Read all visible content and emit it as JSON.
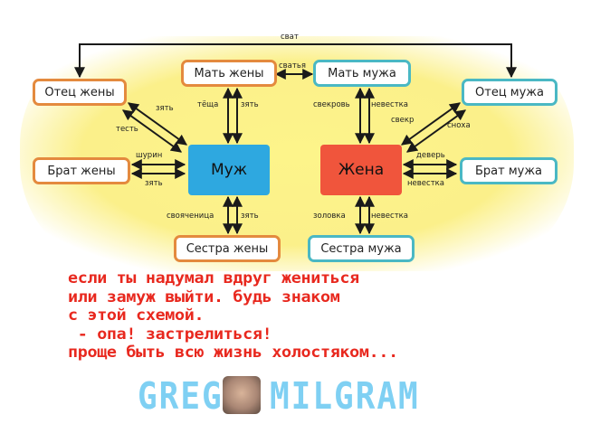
{
  "nodes": {
    "mat_zheny": "Мать жены",
    "mat_muzha": "Мать мужа",
    "otec_zheny": "Отец жены",
    "otec_muzha": "Отец мужа",
    "brat_zheny": "Брат жены",
    "brat_muzha": "Брат мужа",
    "muzh": "Муж",
    "zhena": "Жена",
    "sestra_zheny": "Сестра жены",
    "sestra_muzha": "Сестра мужа"
  },
  "labels": {
    "svat": "сват",
    "svatya": "сватья",
    "zyat_otec": "зять",
    "test": "тесть",
    "tyoshcha": "тёща",
    "zyat_mat": "зять",
    "svekrov": "свекровь",
    "nevestka_mat": "невестка",
    "svekr": "свекр",
    "snokha": "сноха",
    "shurin": "шурин",
    "zyat_brat": "зять",
    "dever": "деверь",
    "nevestka_brat": "невестка",
    "svoyachnica": "свояченица",
    "zyat_sestra": "зять",
    "zolovka": "золовка",
    "nevestka_sestra": "невестка"
  },
  "poem": [
    "если ты надумал вдруг жениться",
    "или замуж выйти. будь знаком",
    "с этой схемой.",
    " - опа! застрелиться!",
    "проще быть всю жизнь холостяком..."
  ],
  "signature": {
    "left": "GREG",
    "right": "MILGRAM"
  }
}
